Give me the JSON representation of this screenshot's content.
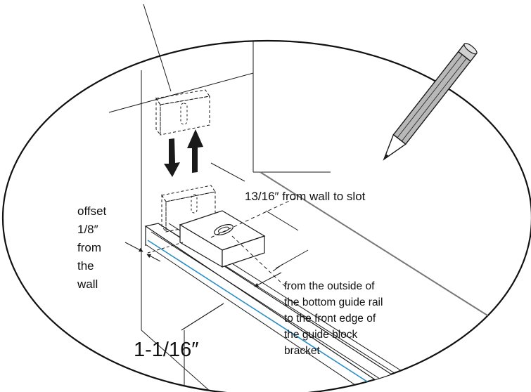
{
  "labels": {
    "wall_to_slot": "13/16″ from wall to slot",
    "offset": [
      "offset",
      "1/8″",
      "from",
      "the",
      "wall"
    ],
    "measurement": "1-1/16″",
    "from_outside": [
      "from the outside of",
      "the bottom guide rail",
      "to the front edge of",
      "the guide block",
      "bracket"
    ]
  },
  "colors": {
    "line": "#1a1a1a",
    "accent_line": "#2a8fc7",
    "pencil_body": "#b8b8b8"
  },
  "icons": {
    "pencil": "pencil-icon",
    "arrow_down": "arrow-down-icon",
    "arrow_up": "arrow-up-icon"
  }
}
